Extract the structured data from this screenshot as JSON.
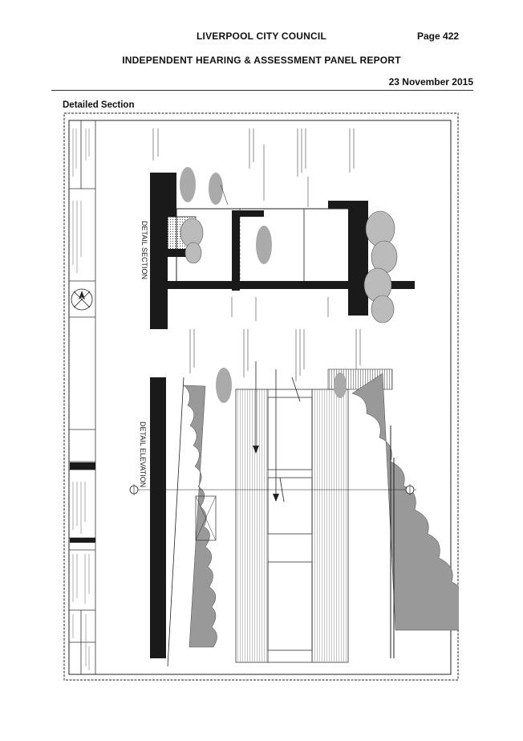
{
  "header": {
    "council": "LIVERPOOL CITY COUNCIL",
    "page": "Page 422",
    "report_title": "INDEPENDENT HEARING & ASSESSMENT PANEL REPORT",
    "date": "23 November 2015"
  },
  "section": {
    "title": "Detailed Section"
  },
  "drawing": {
    "section_label": "DETAIL SECTION",
    "elevation_label": "DETAIL ELEVATION",
    "line_color": "#222222",
    "fill_dark": "#1a1a1a",
    "fill_hatch": "#9a9a9a"
  }
}
